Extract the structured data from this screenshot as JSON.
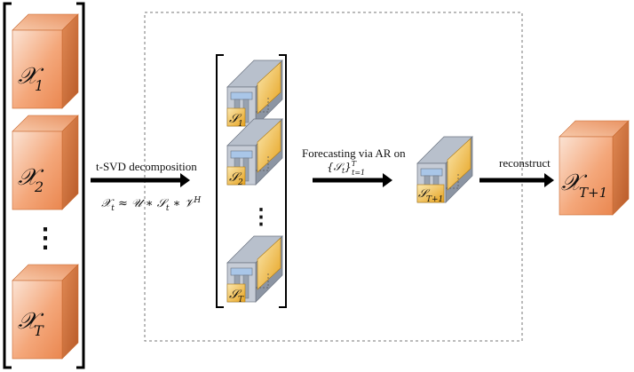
{
  "left_stack": {
    "cubes": [
      {
        "sym": "𝒳",
        "sub": "1"
      },
      {
        "sym": "𝒳",
        "sub": "2"
      },
      {
        "sym": "𝒳",
        "sub": "T"
      }
    ],
    "ellipsis": "⋮"
  },
  "step1": {
    "label": "t-SVD decomposition",
    "formula": "𝒳t ≈ 𝒰 ∗ 𝒮t ∗ 𝒱H",
    "f_x": "𝒳",
    "f_t1": "t",
    "f_mid": " ≈ 𝒰 ∗ 𝒮",
    "f_t2": "t",
    "f_end": " ∗ 𝒱",
    "f_H": "H"
  },
  "core_stack": {
    "items": [
      {
        "sym": "𝒮",
        "sub": "1"
      },
      {
        "sym": "𝒮",
        "sub": "2"
      },
      {
        "sym": "𝒮",
        "sub": "T"
      }
    ],
    "ellipsis": "⋮"
  },
  "step2": {
    "label": "Forecasting via AR on",
    "set_open": "{𝒮",
    "set_sub": "t",
    "set_close": "}",
    "set_sup": "T",
    "set_range": "t=1"
  },
  "predicted_core": {
    "sym": "𝒮",
    "sub": "T+1"
  },
  "step3": {
    "label": "reconstruct"
  },
  "output": {
    "sym": "𝒳",
    "sub": "T+1"
  },
  "colors": {
    "cube_front": "#f29a6a",
    "cube_top": "#f8c8a8",
    "cube_side": "#d9733f",
    "core_yellow": "#f2b630",
    "core_gray": "#9da6b4",
    "core_blue": "#a9c6e8",
    "arrow": "#000000",
    "dashed": "#777777"
  }
}
